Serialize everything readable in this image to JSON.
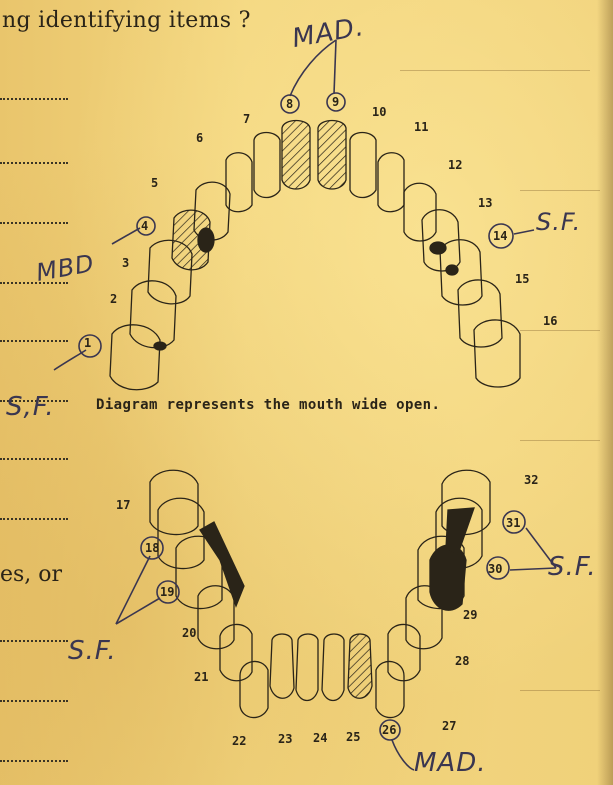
{
  "document": {
    "header_fragment": "ng identifying items ?",
    "side_fragment": "es,  or",
    "caption": "Diagram represents the mouth wide open.",
    "paper_color": "#f1d27a",
    "ink_color": "#2a2418",
    "pencil_color": "#3a3650"
  },
  "upper_teeth_numbers": [
    "1",
    "2",
    "3",
    "4",
    "5",
    "6",
    "7",
    "8",
    "9",
    "10",
    "11",
    "12",
    "13",
    "14",
    "15",
    "16"
  ],
  "lower_teeth_numbers": [
    "17",
    "18",
    "19",
    "20",
    "21",
    "22",
    "23",
    "24",
    "25",
    "26",
    "27",
    "28",
    "29",
    "30",
    "31",
    "32"
  ],
  "annotations": {
    "mad_top": "MAD.",
    "mbd": "MBD",
    "sf_upper_right": "S.F.",
    "sf_upper_left": "S,F.",
    "sf_lower_left": "S.F.",
    "sf_lower_right": "S.F.",
    "mad_bottom": "MAD."
  }
}
